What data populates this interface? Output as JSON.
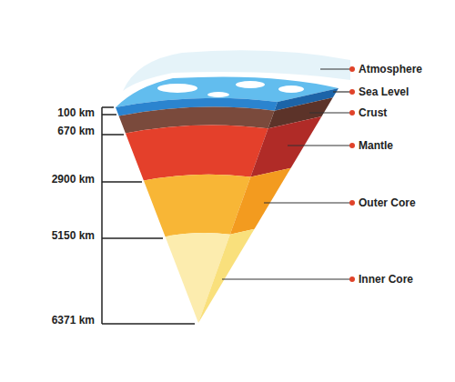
{
  "diagram": {
    "labels": [
      "100 km",
      "670 km",
      "2900 km",
      "5150 km",
      "6371 km",
      "Atmosphere",
      "Sea Level",
      "Crust",
      "Mantle",
      "Outer Core",
      "Inner Core"
    ]
  }
}
